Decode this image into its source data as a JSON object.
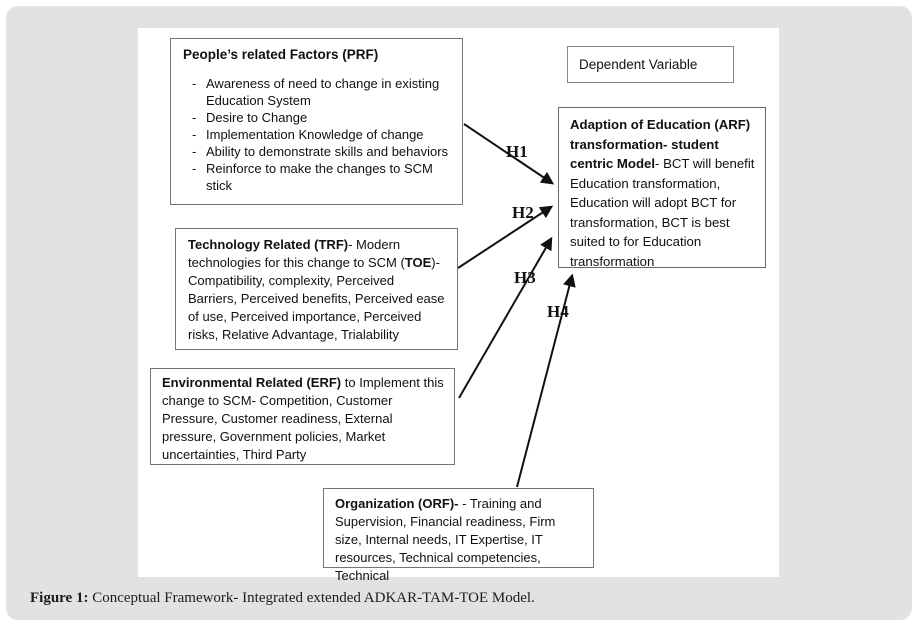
{
  "figure": {
    "caption_label": "Figure 1:",
    "caption_text": " Conceptual Framework- Integrated extended ADKAR-TAM-TOE Model."
  },
  "boxes": {
    "prf": {
      "title": "People’s related Factors (PRF)",
      "bullet": "-",
      "items": [
        "Awareness of need to change in existing Education System",
        "Desire to Change",
        "Implementation Knowledge of change",
        "Ability to demonstrate skills and behaviors",
        "Reinforce to make the changes to SCM stick"
      ]
    },
    "dependent_variable": {
      "label": "Dependent Variable"
    },
    "arf": {
      "bold": "Adaption of Education (ARF) transformation- student centric Model",
      "text": "- BCT will benefit Education transformation, Education will adopt BCT for transformation, BCT is best suited to for Education transformation"
    },
    "trf": {
      "bold1": "Technology Related (TRF)",
      "text1": "- Modern technologies for this change to SCM (",
      "bold2": "TOE",
      "text2": ")- Compatibility, complexity, Perceived Barriers, Perceived benefits, Perceived ease of use, Perceived importance, Perceived risks, Relative Advantage, Trialability"
    },
    "erf": {
      "bold": "Environmental Related (ERF)",
      "text": " to Implement this change to SCM- Competition, Customer Pressure, Customer readiness, External pressure, Government policies, Market uncertainties, Third Party"
    },
    "orf": {
      "bold": "Organization (ORF)-",
      "text": " -   Training and Supervision, Financial readiness, Firm size, Internal needs, IT Expertise, IT resources, Technical competencies, Technical"
    }
  },
  "hypotheses": {
    "h1": "H1",
    "h2": "H2",
    "h3": "H3",
    "h4": "H4"
  },
  "colors": {
    "card_bg": "#e2e2e2",
    "panel_bg": "#ffffff",
    "box_border": "#757575",
    "arrow": "#111111",
    "text": "#111111"
  }
}
